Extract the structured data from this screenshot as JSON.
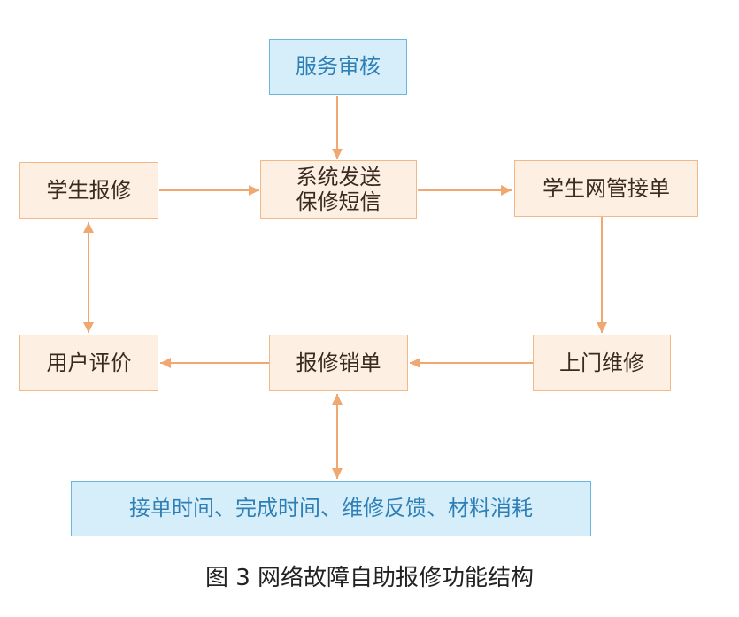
{
  "nodes": {
    "review": "服务审核",
    "report": "学生报修",
    "sms_line1": "系统发送",
    "sms_line2": "保修短信",
    "accept": "学生网管接单",
    "onsite": "上门维修",
    "close": "报修销单",
    "evaluate": "用户评价",
    "record": "接单时间、完成时间、维修反馈、材料消耗"
  },
  "caption": "图 3  网络故障自助报修功能结构",
  "colors": {
    "arrow": "#f0a870",
    "orange_fill": "#fdf0e3",
    "orange_border": "#f2b888",
    "blue_fill": "#d6eefa",
    "blue_border": "#6bb6df",
    "blue_text": "#2e7fb6"
  }
}
